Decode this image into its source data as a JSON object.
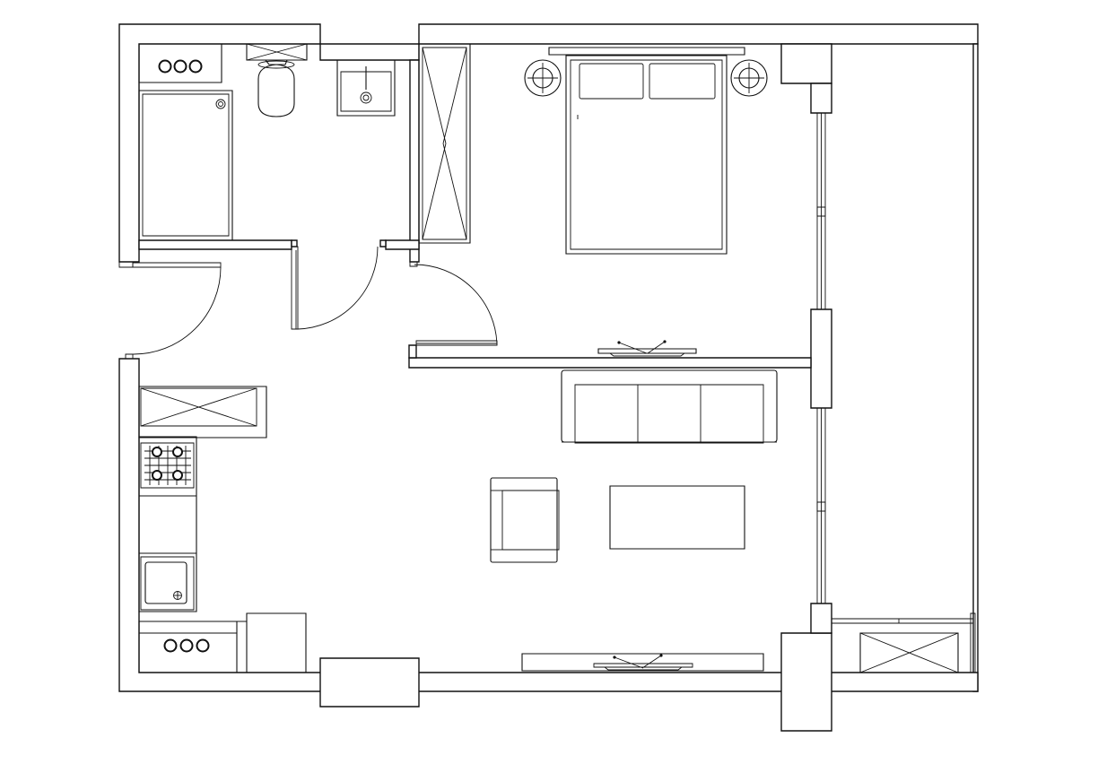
{
  "plan": {
    "background_color": "#ffffff",
    "line_color": "#111111",
    "rooms": [
      "bathroom",
      "bedroom",
      "living-room",
      "kitchen",
      "balcony"
    ],
    "fixtures": {
      "bathroom": [
        "bathtub",
        "toilet",
        "sink",
        "washing-machine-counter"
      ],
      "bedroom": [
        "double-bed",
        "nightstand-lamps",
        "wardrobe",
        "tv-unit"
      ],
      "living-room": [
        "sofa",
        "armchair",
        "coffee-table",
        "tv-unit"
      ],
      "kitchen": [
        "upper-cabinet",
        "gas-hob",
        "kitchen-sink",
        "counter-burner-set",
        "fridge"
      ],
      "balcony": [
        "storage-cabinet"
      ]
    },
    "window_panels": 2,
    "doors": 3
  }
}
